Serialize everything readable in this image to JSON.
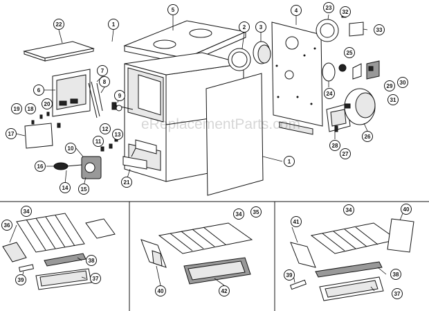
{
  "watermark": "eReplacementParts.com",
  "callouts": {
    "main": [
      "1",
      "1",
      "2",
      "3",
      "4",
      "5",
      "6",
      "7",
      "8",
      "9",
      "10",
      "11",
      "12",
      "13",
      "14",
      "15",
      "16",
      "17",
      "18",
      "19",
      "20",
      "21",
      "22",
      "23",
      "24",
      "25",
      "26",
      "27",
      "28",
      "29",
      "30",
      "31",
      "32",
      "33"
    ],
    "panel_a": [
      "34",
      "36",
      "38",
      "39",
      "37"
    ],
    "panel_b": [
      "34",
      "35",
      "40",
      "42"
    ],
    "panel_c": [
      "34",
      "40",
      "41",
      "39",
      "38",
      "37"
    ]
  }
}
